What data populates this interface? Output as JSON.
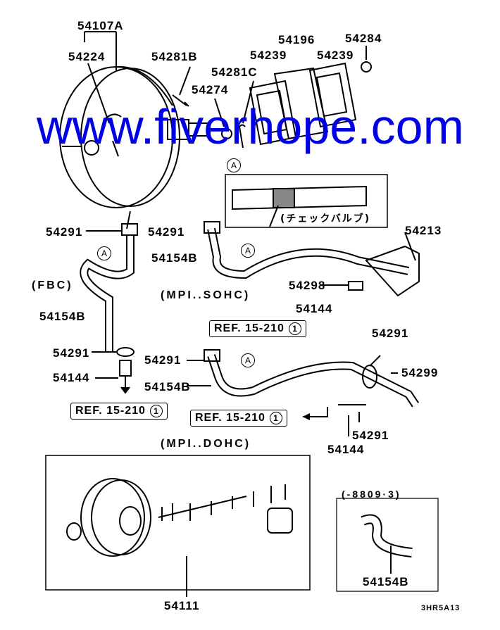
{
  "parts": {
    "p54107A": "54107A",
    "p54224": "54224",
    "p54281B": "54281B",
    "p54274": "54274",
    "p54281C": "54281C",
    "p54239a": "54239",
    "p54196": "54196",
    "p54239b": "54239",
    "p54284": "54284",
    "p54291a": "54291",
    "p54291b": "54291",
    "p54154Ba": "54154B",
    "p54213": "54213",
    "p54298": "54298",
    "p54154Bhidden": "54154B",
    "p54144hidden": "54144",
    "p54291c": "54291",
    "p54291d": "54291",
    "p54291e": "54291",
    "p54299": "54299",
    "p54144a": "54144",
    "p54154Bb": "54154B",
    "p54291f": "54291",
    "p54144b": "54144",
    "p54154Bc": "54154B",
    "p54111": "54111"
  },
  "callout": "A",
  "check_valve_label": "(チェックバルブ)",
  "sections": {
    "fbc": "(FBC)",
    "mpi_sohc": "(MPI..SOHC)",
    "mpi_dohc": "(MPI..DOHC)",
    "date_range": "(-8809·3)"
  },
  "refs": {
    "text": "REF. 15-210",
    "num": "1"
  },
  "diagram_code": "3HR5A13",
  "watermark": "www.fiverhope.com"
}
